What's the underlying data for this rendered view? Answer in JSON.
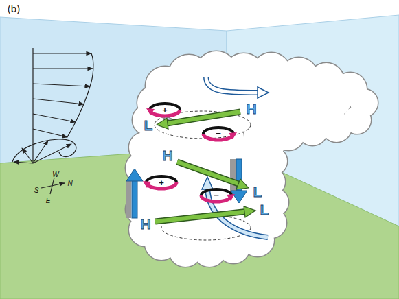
{
  "diagram": {
    "labels": [
      "(b)",
      "W",
      "S",
      "N",
      "E",
      "L",
      "H",
      "+",
      "−",
      "H",
      "+",
      "−",
      "L",
      "H",
      "L"
    ]
  }
}
